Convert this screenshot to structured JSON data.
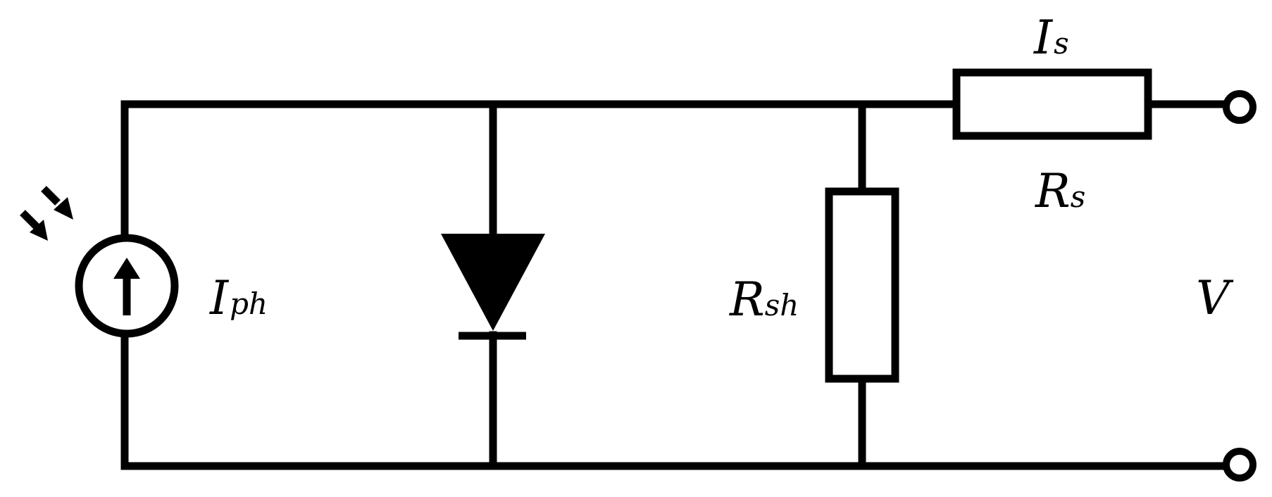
{
  "labels": {
    "source_current": {
      "main": "I",
      "sub": "ph"
    },
    "shunt_resistor": {
      "main": "R",
      "sub": "sh"
    },
    "series_current": {
      "main": "I",
      "sub": "s"
    },
    "series_resistor": {
      "main": "R",
      "sub": "s"
    },
    "voltage": {
      "main": "V"
    }
  },
  "icons": {
    "light": "incident-light-arrows-icon",
    "source": "current-source-icon",
    "diode": "diode-icon",
    "resistor": "resistor-icon",
    "terminal": "terminal-icon"
  },
  "colors": {
    "stroke": "#000000",
    "background": "#ffffff"
  }
}
